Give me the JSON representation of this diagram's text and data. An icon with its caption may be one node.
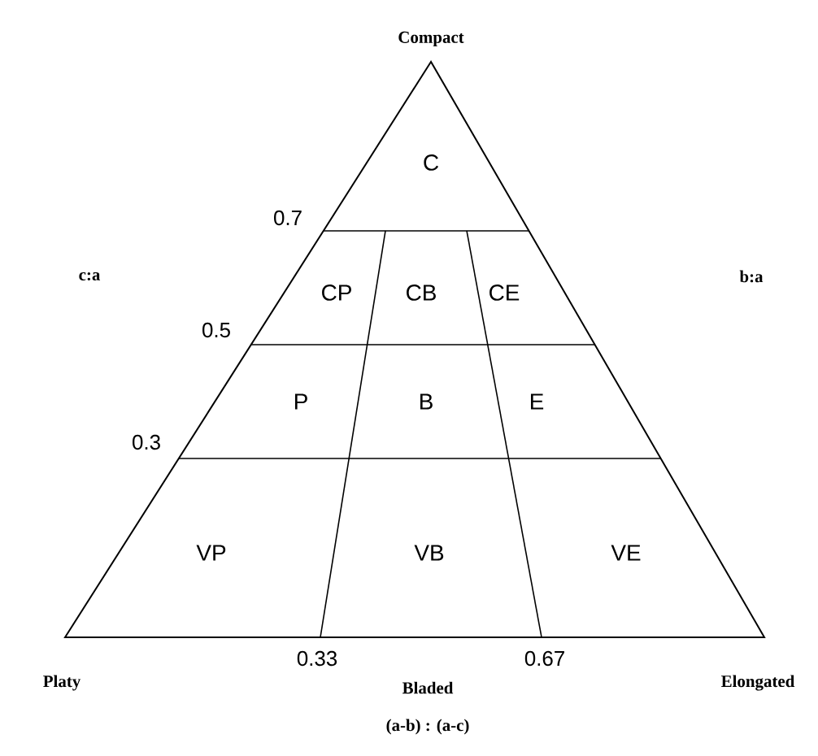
{
  "diagram": {
    "labels": [
      "Compact",
      "0.7",
      "c:a",
      "b:a",
      "C",
      "CP",
      "CB",
      "CE",
      "0.5",
      "P",
      "B",
      "E",
      "0.3",
      "VP",
      "VB",
      "VE",
      "0.33",
      "0.67",
      "Platy",
      "Bladed",
      "Elongated",
      "(a-b) : (a-c)"
    ]
  }
}
